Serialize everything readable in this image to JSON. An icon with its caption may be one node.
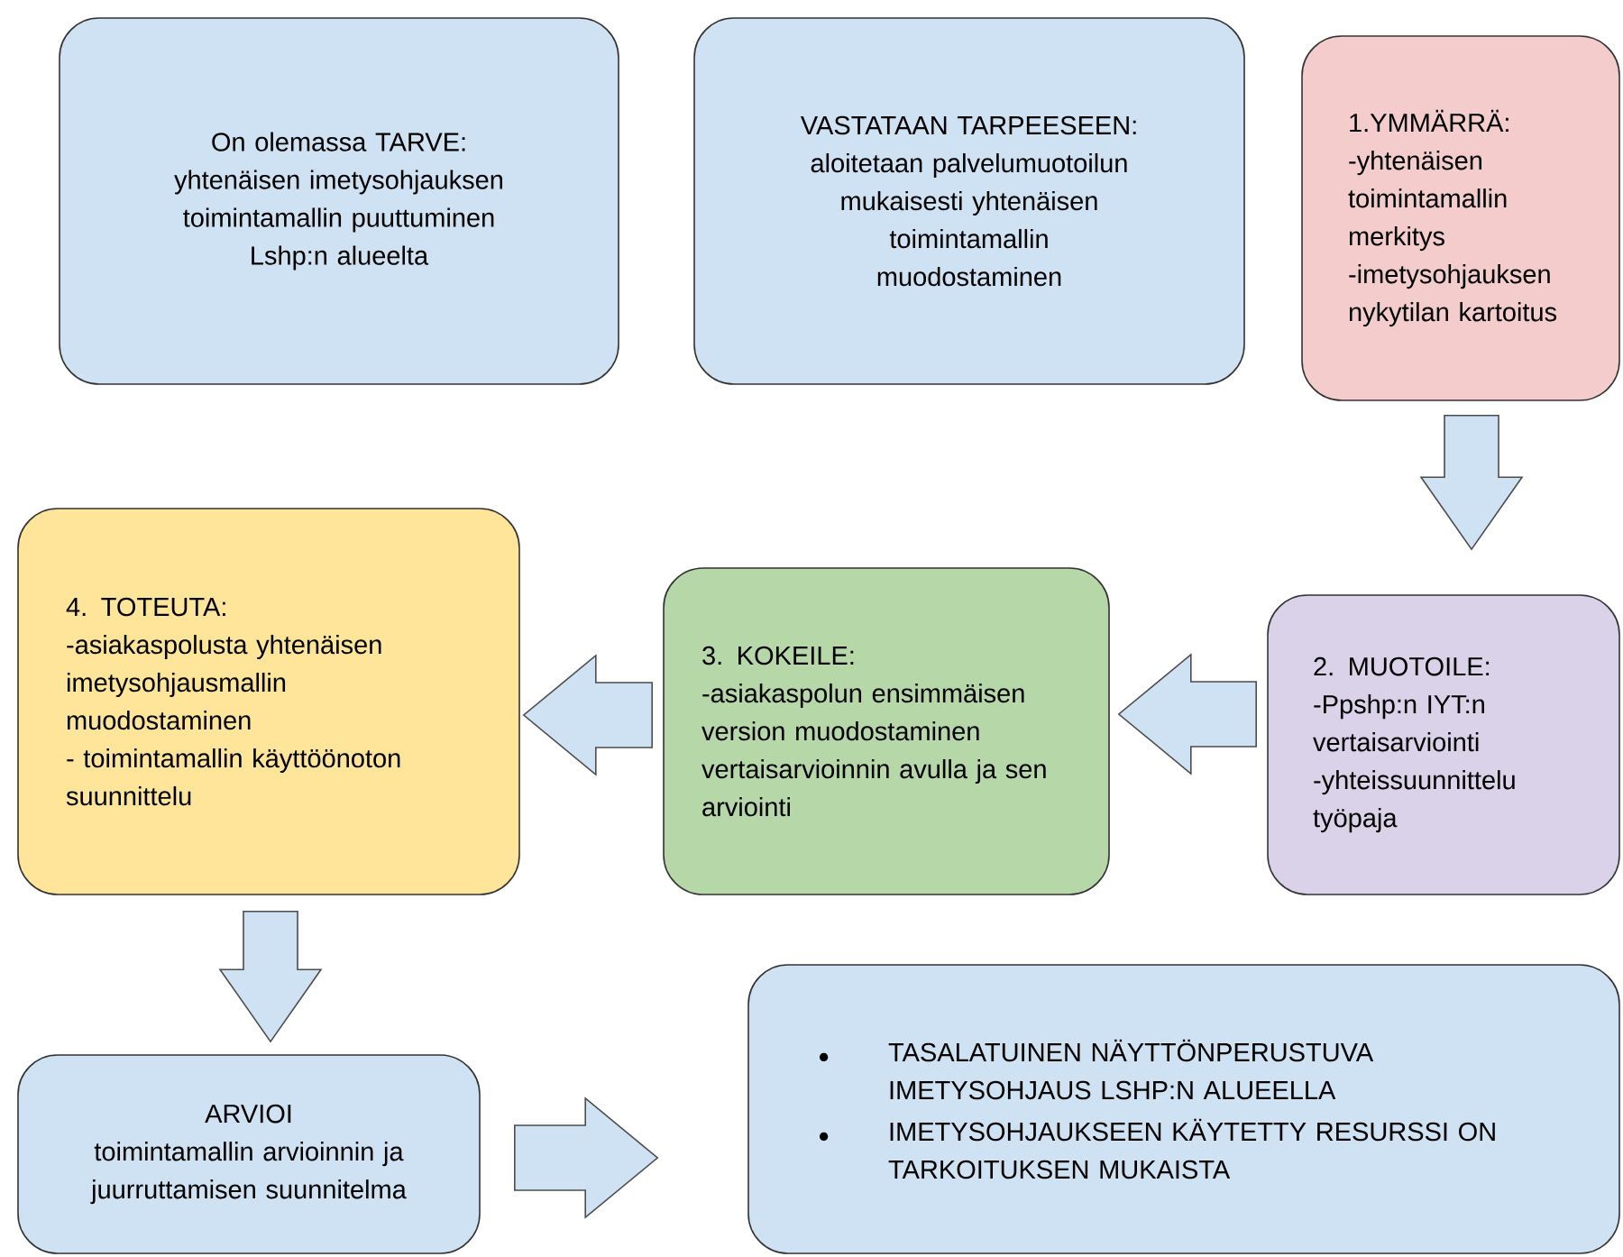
{
  "diagram": {
    "nodes": [
      {
        "text": [
          "On olemassa TARVE:",
          "yhtenäisen imetysohjauksen toimintamallin puuttuminen Lshp:n alueelta"
        ]
      },
      {
        "text": [
          "VASTATAAN TARPEESEEN:",
          "aloitetaan palvelumuotoilun mukaisesti yhtenäisen toimintamallin muodostaminen"
        ]
      },
      {
        "text": [
          "1.YMMÄRRÄ:",
          "-yhtenäisen toimintamallin merkitys",
          "-imetysohjauksen nykytilan kartoitus"
        ]
      },
      {
        "text": [
          "4. TOTEUTA:",
          "-asiakaspolusta yhtenäisen imetysohjausmallin muodostaminen",
          "- toimintamallin käyttöönoton suunnittelu"
        ]
      },
      {
        "text": [
          "3. KOKEILE:",
          "-asiakaspolun ensimmäisen version muodostaminen vertaisarvioinnin avulla ja sen arviointi"
        ]
      },
      {
        "text": [
          "2. MUOTOILE:",
          "-Ppshp:n IYT:n vertaisarviointi",
          "-yhteissuunnittelu työpaja"
        ]
      },
      {
        "text": [
          "ARVIOI",
          "toimintamallin arvioinnin ja juurruttamisen suunnitelma"
        ]
      },
      {
        "text": [
          "TASALATUINEN NÄYTTÖNPERUSTUVA IMETYSOHJAUS LSHP:N ALUEELLA",
          "IMETYSOHJAUKSEEN KÄYTETTY RESURSSI ON TARKOITUKSEN MUKAISTA"
        ]
      }
    ],
    "edges": [
      {
        "from": 2,
        "to": 5,
        "arrow": "to"
      },
      {
        "from": 5,
        "to": 4,
        "arrow": "to"
      },
      {
        "from": 4,
        "to": 3,
        "arrow": "to"
      },
      {
        "from": 3,
        "to": 6,
        "arrow": "to"
      },
      {
        "from": 6,
        "to": 7,
        "arrow": "to"
      }
    ]
  }
}
